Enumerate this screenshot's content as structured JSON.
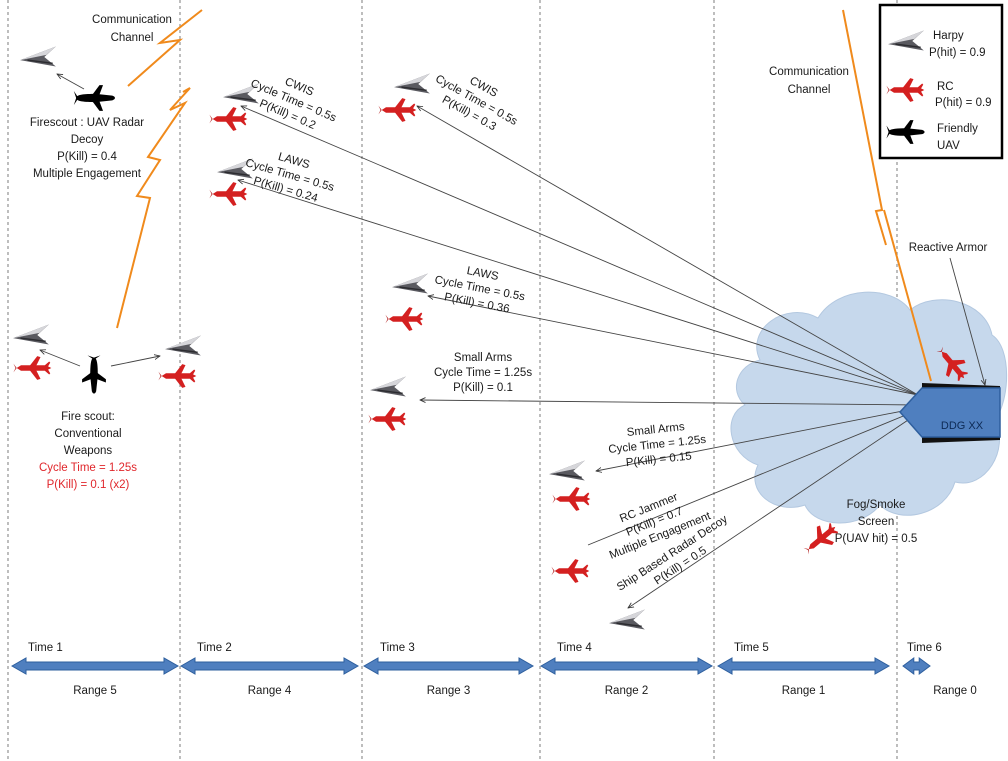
{
  "legend": {
    "items": [
      {
        "icon": "harpy",
        "lines": [
          "Harpy",
          "P(hit) = 0.9"
        ]
      },
      {
        "icon": "rc",
        "lines": [
          "RC",
          "P(hit) = 0.9"
        ]
      },
      {
        "icon": "friendly-uav",
        "lines": [
          "Friendly",
          "UAV"
        ]
      }
    ]
  },
  "comm_left": {
    "lines": [
      "Communication",
      "Channel"
    ]
  },
  "comm_right": {
    "lines": [
      "Communication",
      "Channel"
    ]
  },
  "firescout_decoy": {
    "lines": [
      "Firescout : UAV Radar",
      "Decoy",
      "P(Kill) = 0.4",
      "Multiple Engagement"
    ]
  },
  "firescout_weapons": {
    "lines": [
      "Fire scout:",
      "Conventional",
      "Weapons"
    ],
    "red_lines": [
      "Cycle Time = 1.25s",
      "P(Kill) = 0.1 (x2)"
    ]
  },
  "defenses": {
    "cwis_r4": {
      "lines": [
        "CWIS",
        "Cycle Time = 0.5s",
        "P(Kill) = 0.2"
      ]
    },
    "laws_r4": {
      "lines": [
        "LAWS",
        "Cycle Time = 0.5s",
        "P(Kill) = 0.24"
      ]
    },
    "cwis_r3": {
      "lines": [
        "CWIS",
        "Cycle Time = 0.5s",
        "P(Kill) = 0.3"
      ]
    },
    "laws_r3": {
      "lines": [
        "LAWS",
        "Cycle Time = 0.5s",
        "P(Kill) = 0.36"
      ]
    },
    "small_arms_r3": {
      "lines": [
        "Small Arms",
        "Cycle Time = 1.25s",
        "P(Kill) = 0.1"
      ]
    },
    "small_arms_r2": {
      "lines": [
        "Small Arms",
        "Cycle Time = 1.25s",
        "P(Kill) = 0.15"
      ]
    },
    "rc_jammer": {
      "lines": [
        "RC Jammer",
        "P(Kill) = 0.7",
        "Multiple Engagement"
      ]
    },
    "radar_decoy": {
      "lines": [
        "Ship Based Radar Decoy",
        "P(Kill) = 0.5"
      ]
    }
  },
  "reactive_armor": "Reactive Armor",
  "fog": {
    "lines": [
      "Fog/Smoke",
      "Screen",
      "P(UAV hit) = 0.5"
    ]
  },
  "ship": {
    "label": "DDG XX"
  },
  "timeline": [
    {
      "time": "Time 1",
      "range": "Range 5"
    },
    {
      "time": "Time 2",
      "range": "Range 4"
    },
    {
      "time": "Time 3",
      "range": "Range 3"
    },
    {
      "time": "Time 4",
      "range": "Range 2"
    },
    {
      "time": "Time 5",
      "range": "Range 1"
    },
    {
      "time": "Time 6",
      "range": "Range 0"
    }
  ],
  "colors": {
    "divider": "#9a9a9a",
    "comm_line": "#f08a1c",
    "arrow_fill": "#4f7fbf",
    "arrow_stroke": "#2e5f9e",
    "cloud": "#c6d8ec",
    "ship": "#4f7fbf",
    "rc": "#d42020",
    "harpy": "#5a5a60",
    "friendly": "#000000",
    "red_text": "#e0262b"
  }
}
